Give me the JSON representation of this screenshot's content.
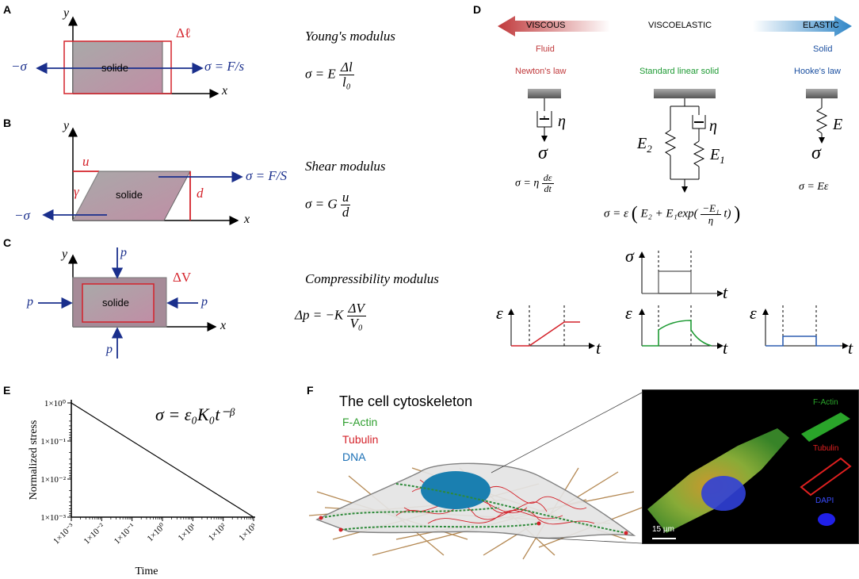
{
  "panels": {
    "A": {
      "label": "A",
      "solid": "solide",
      "delta": "Δℓ",
      "left_force": "−σ",
      "right_force": "σ = F/s",
      "axis_x": "x",
      "axis_y": "y",
      "modulus": "Young's modulus",
      "eq_lhs": "σ = E",
      "eq_num": "Δl",
      "eq_den": "l₀"
    },
    "B": {
      "label": "B",
      "solid": "solide",
      "u": "u",
      "gamma": "γ",
      "d": "d",
      "left_force": "−σ",
      "right_force": "σ = F/S",
      "axis_x": "x",
      "axis_y": "y",
      "modulus": "Shear modulus",
      "eq_lhs": "σ = G",
      "eq_num": "u",
      "eq_den": "d"
    },
    "C": {
      "label": "C",
      "solid": "solide",
      "deltaV": "ΔV",
      "p": "p",
      "axis_x": "x",
      "axis_y": "y",
      "modulus": "Compressibility modulus",
      "eq_lhs": "Δp = −K",
      "eq_num": "ΔV",
      "eq_den": "V₀"
    },
    "D": {
      "label": "D",
      "viscous": "VISCOUS",
      "viscoelastic": "VISCOELASTIC",
      "elastic": "ELASTIC",
      "fluid": "Fluid",
      "solid": "Solid",
      "newton": "Newton's law",
      "sls": "Standard linear solid",
      "hooke": "Hooke's law",
      "eta": "η",
      "sigma": "σ",
      "E": "E",
      "E1": "E",
      "E1_sub": "1",
      "E2": "E",
      "E2_sub": "2",
      "eq_newton_lhs": "σ = η",
      "eq_newton_num": "dε",
      "eq_newton_den": "dt",
      "eq_hooke": "σ = Eε",
      "eq_sls_a": "σ = ε",
      "eq_sls_b": "E₂ + E₁exp(",
      "eq_sls_num": "−E₁",
      "eq_sls_den": "η",
      "eq_sls_c": "t)",
      "t": "t",
      "eps": "ε"
    },
    "E": {
      "label": "E",
      "formula": "σ = ε₀K₀t⁻ᵝ"
    },
    "F": {
      "label": "F",
      "title": "The cell cytoskeleton",
      "legend": [
        {
          "text": "F-Actin",
          "color": "#2e9e2e"
        },
        {
          "text": "Tubulin",
          "color": "#d4222a"
        },
        {
          "text": "DNA",
          "color": "#1a6fb5"
        }
      ],
      "micro": {
        "factin": "F-Actin",
        "tubulin": "Tubulin",
        "dapi": "DAPI",
        "scale": "15 µm"
      }
    }
  },
  "chart_data": {
    "type": "line",
    "title": "",
    "xlabel": "Time",
    "ylabel": "Normalized stress",
    "xscale": "log",
    "yscale": "log",
    "xticks": [
      "1×10⁻³",
      "1×10⁻²",
      "1×10⁻¹",
      "1×10⁰",
      "1×10¹",
      "1×10²",
      "1×10³"
    ],
    "yticks": [
      "1×10⁰",
      "1×10⁻¹",
      "1×10⁻²",
      "1×10⁻³"
    ],
    "xlim": [
      0.001,
      1000
    ],
    "ylim": [
      0.001,
      1
    ],
    "series": [
      {
        "x": [
          0.001,
          1000
        ],
        "y": [
          1,
          0.001
        ]
      }
    ]
  },
  "colors": {
    "red": "#d4222a",
    "blue": "#1a2f8c",
    "green": "#1d9a33",
    "solid_fill": "#b5909b",
    "viscous": "#c0393b",
    "elastic": "#2f86c7"
  }
}
